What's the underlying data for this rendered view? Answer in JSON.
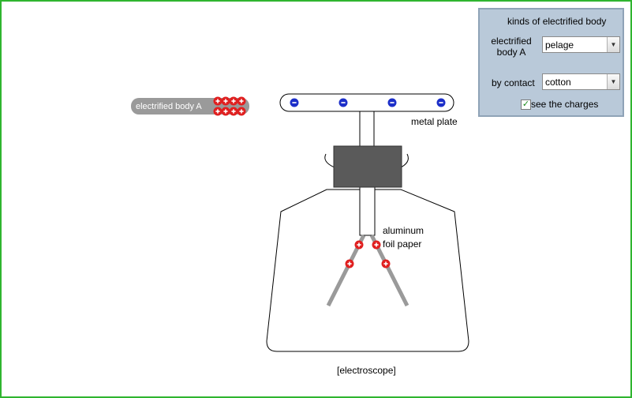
{
  "scene": {
    "rod_label": "electrified body A",
    "metal_plate_label": "metal plate",
    "foil_label_line1": "aluminum",
    "foil_label_line2": "foil paper",
    "caption": "[electroscope]",
    "positive_sign": "+",
    "negative_sign": "−"
  },
  "panel": {
    "title": "kinds of electrified body",
    "body_a_label_line1": "electrified",
    "body_a_label_line2": "body A",
    "body_a_value": "pelage",
    "contact_label": "by contact",
    "contact_value": "cotton",
    "show_charges_label": "see the charges",
    "show_charges_checked": true,
    "dropdown_arrow": "▼",
    "check_mark": "✓"
  },
  "colors": {
    "frame": "#2fb52f",
    "panel_bg": "#b9c9d9",
    "positive_charge": "#e02020",
    "negative_charge": "#1c2fc9",
    "rod": "#9a9a9a",
    "insulator": "#5a5a5a"
  },
  "icons": [
    "positive-charge-icon",
    "negative-charge-icon",
    "dropdown-arrow-icon",
    "checkmark-icon"
  ]
}
